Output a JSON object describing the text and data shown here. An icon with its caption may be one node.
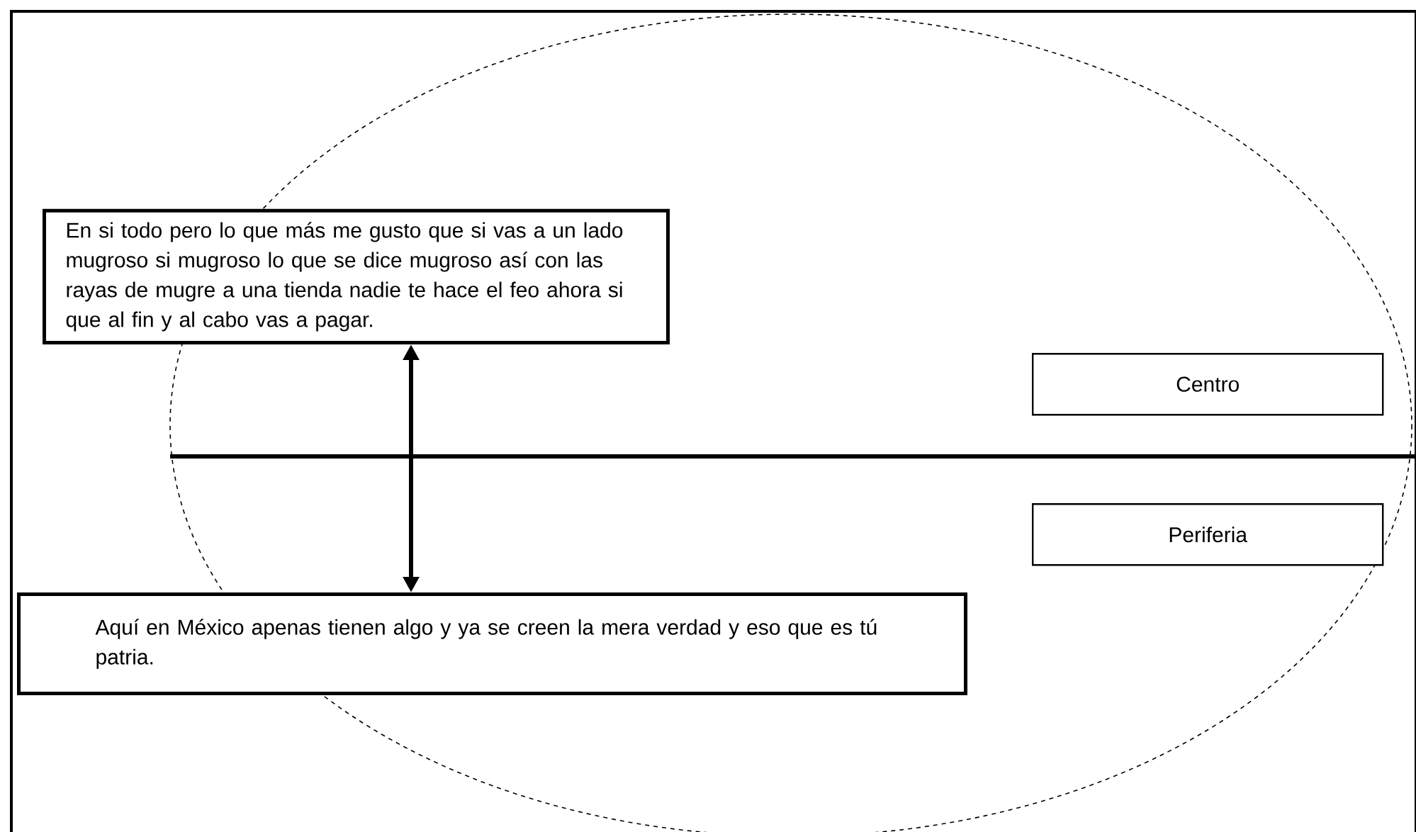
{
  "diagram": {
    "nodes": [
      {
        "text": [
          "En si todo pero lo que más me gusto que si vas a un lado mugroso si mugroso lo que se dice mugroso así con las rayas de mugre a una tienda nadie te hace el feo ahora si que al fin y al cabo vas a pagar."
        ]
      },
      {
        "text": [
          "Centro"
        ]
      },
      {
        "text": [
          "Periferia"
        ]
      },
      {
        "text": [
          "Aquí en México apenas tienen algo y ya se creen la mera verdad y eso que es tú patria."
        ]
      }
    ],
    "edges": [
      {
        "from": 0,
        "to": 3,
        "arrow": "both"
      }
    ]
  }
}
